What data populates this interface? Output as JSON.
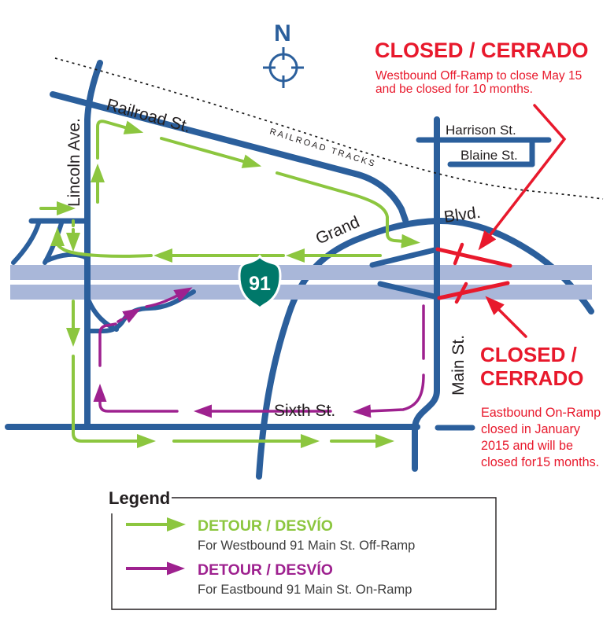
{
  "map": {
    "compass": {
      "label": "N"
    },
    "streets": {
      "lincoln": "Lincoln Ave.",
      "railroad": "Railroad St.",
      "railroad_tracks": "RAILROAD TRACKS",
      "harrison": "Harrison St.",
      "blaine": "Blaine St.",
      "grand": "Grand",
      "blvd": "Blvd.",
      "main": "Main St.",
      "sixth": "Sixth St.",
      "highway_shield": "91"
    },
    "closures": {
      "westbound": {
        "title": "CLOSED / CERRADO",
        "detail_line1": "Westbound Off-Ramp to close May 15",
        "detail_line2": "and be closed for 10 months."
      },
      "eastbound": {
        "title_line1": "CLOSED /",
        "title_line2": "CERRADO",
        "detail_line1": "Eastbound  On-Ramp",
        "detail_line2": "closed in January",
        "detail_line3": "2015 and  will be",
        "detail_line4": "closed for15 months."
      }
    }
  },
  "legend": {
    "title": "Legend",
    "items": [
      {
        "label": "DETOUR / DESVÍO",
        "description": "For Westbound 91 Main St. Off-Ramp"
      },
      {
        "label": "DETOUR / DESVÍO",
        "description": "For Eastbound 91 Main St. On-Ramp"
      }
    ]
  },
  "colors": {
    "road": "#2b5f9c",
    "freeway_band": "#a9b7d9",
    "detour_westbound_green": "#8cc63f",
    "detour_eastbound_purple": "#9e218f",
    "closure_red": "#e8192c",
    "label_text": "#231f20",
    "shield_green": "#00786a"
  }
}
